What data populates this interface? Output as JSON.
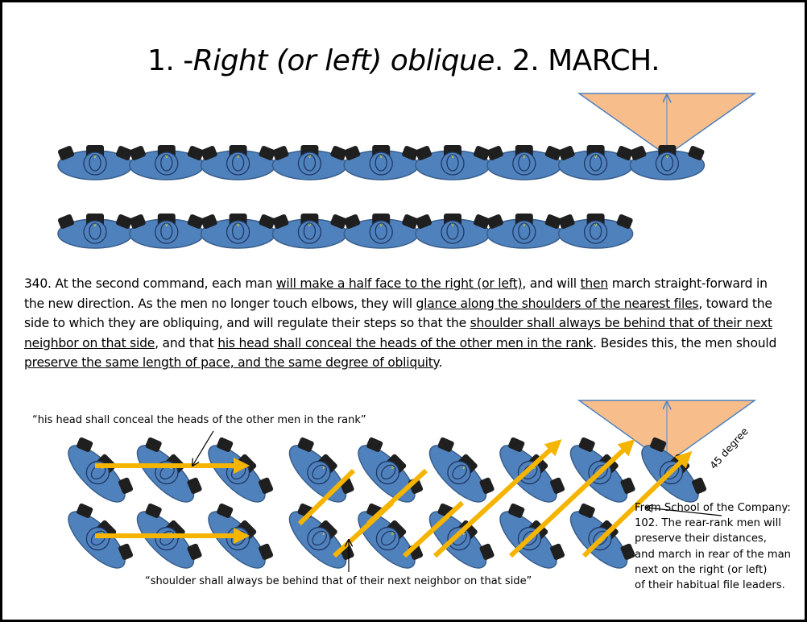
{
  "title": {
    "prefix": "1. -",
    "italic": "Right (or left) oblique",
    "suffix": ". 2. MARCH."
  },
  "paragraph": {
    "segments": [
      {
        "t": "340. At the second command, each man ",
        "u": false
      },
      {
        "t": "will make a half face to the right (or left)",
        "u": true
      },
      {
        "t": ", and will ",
        "u": false
      },
      {
        "t": "then",
        "u": true
      },
      {
        "t": " march straight-forward in the new direction. As the men no longer touch elbows, they will ",
        "u": false
      },
      {
        "t": "glance along the shoulders of the nearest files",
        "u": true
      },
      {
        "t": ", toward the side to which they are obliquing, and will regulate their steps so that the ",
        "u": false
      },
      {
        "t": "shoulder shall always be behind that of their next neighbor on that side",
        "u": true
      },
      {
        "t": ", and that ",
        "u": false
      },
      {
        "t": "his head shall conceal the heads of the other men in the rank",
        "u": true
      },
      {
        "t": ". Besides this, the men should ",
        "u": false
      },
      {
        "t": "preserve the same length of pace, and the same degree of obliquity",
        "u": true
      },
      {
        "t": ".",
        "u": false
      }
    ]
  },
  "annotations": {
    "head_caption": "“his head shall conceal the heads of the other men in the rank”",
    "shoulder_caption": "“shoulder shall always be behind that of their next neighbor on that side”",
    "angle_label": "45 degree",
    "company_note": "From School of the Company:\n102. The rear-rank men will\npreserve their distances,\nand march in rear of the man\nnext on the right (or left)\nof their habitual file leaders."
  },
  "colors": {
    "soldier_body": "#4F81BD",
    "soldier_outline": "#385D8A",
    "soldier_head": "#1F1F1F",
    "arrow": "#F5B400",
    "view_cone": "#F7BE8B",
    "view_cone_outline": "#4F81BD"
  },
  "formation": {
    "top_front_rank_count": 9,
    "top_rear_rank_count": 8,
    "bottom_front_rank_count": 9,
    "bottom_rear_rank_count": 8
  }
}
